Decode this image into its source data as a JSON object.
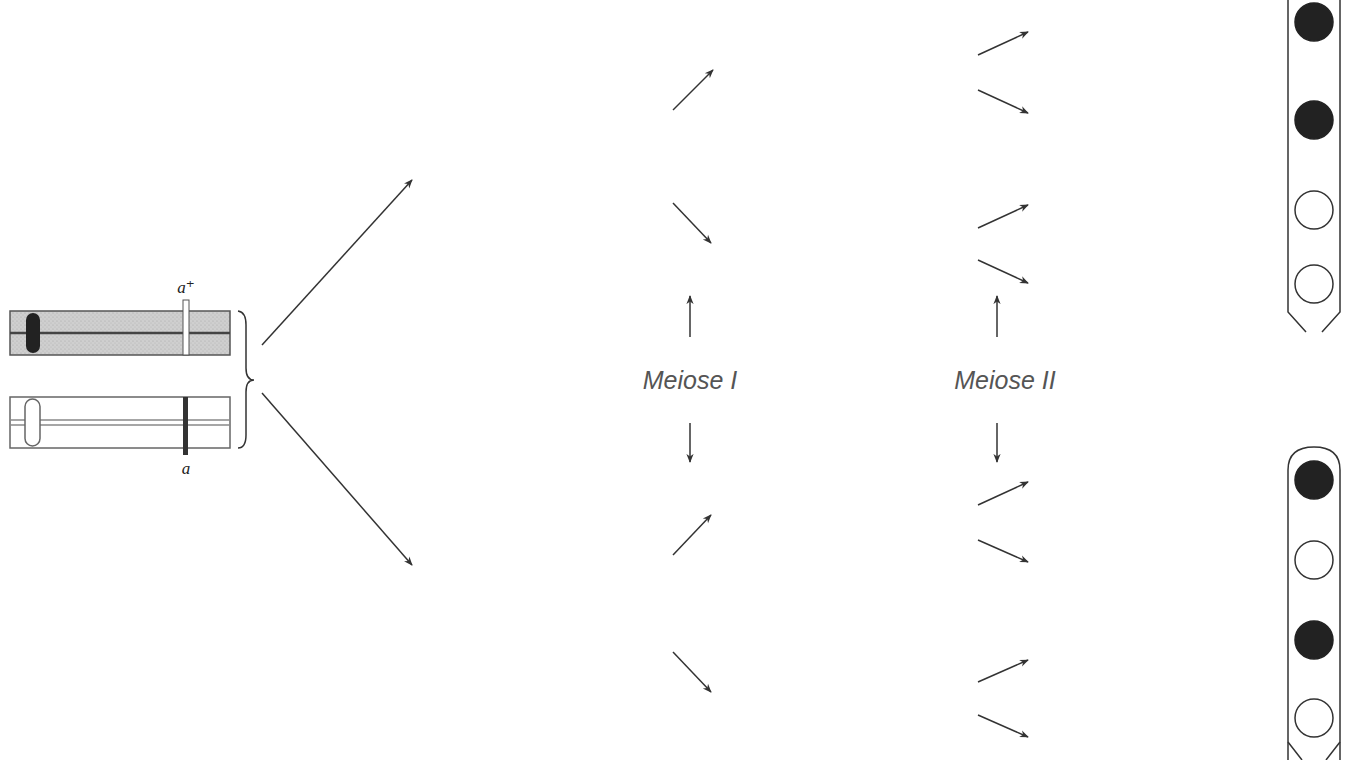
{
  "diagram": {
    "labels": [
      "a⁺",
      "a",
      "Meiose I",
      "Meiose II"
    ]
  }
}
